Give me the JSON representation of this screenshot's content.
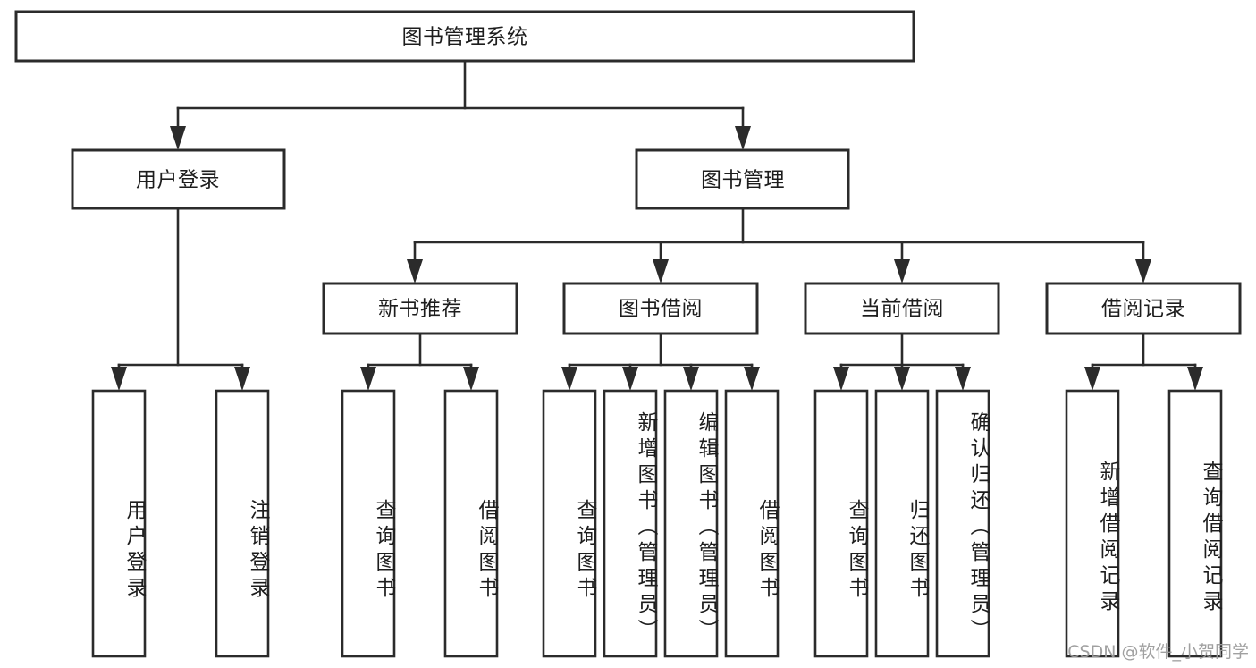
{
  "diagram": {
    "type": "tree-hierarchy",
    "title": "图书管理系统",
    "orientation": "top-down",
    "colors": {
      "box_stroke": "#2b2b2b",
      "box_fill": "#ffffff",
      "text": "#1d1d1d",
      "background": "#ffffff",
      "watermark": "#9b9b9b"
    },
    "levels": {
      "root": {
        "label": "图书管理系统"
      },
      "level2": [
        {
          "label": "用户登录"
        },
        {
          "label": "图书管理"
        }
      ],
      "level3": [
        {
          "label": "新书推荐"
        },
        {
          "label": "图书借阅"
        },
        {
          "label": "当前借阅"
        },
        {
          "label": "借阅记录"
        }
      ],
      "leaves": {
        "user_login": [
          {
            "label": "用户登录"
          },
          {
            "label": "注销登录"
          }
        ],
        "new_book_recommend": [
          {
            "label": "查询图书"
          },
          {
            "label": "借阅图书"
          }
        ],
        "book_borrow": [
          {
            "label": "查询图书"
          },
          {
            "label": "新增图书（管理员）"
          },
          {
            "label": "编辑图书（管理员）"
          },
          {
            "label": "借阅图书"
          }
        ],
        "current_borrow": [
          {
            "label": "查询图书"
          },
          {
            "label": "归还图书"
          },
          {
            "label": "确认归还（管理员）"
          }
        ],
        "borrow_record": [
          {
            "label": "新增借阅记录"
          },
          {
            "label": "查询借阅记录"
          }
        ]
      }
    }
  },
  "watermark": {
    "text": "CSDN @软件_小贺同学"
  }
}
